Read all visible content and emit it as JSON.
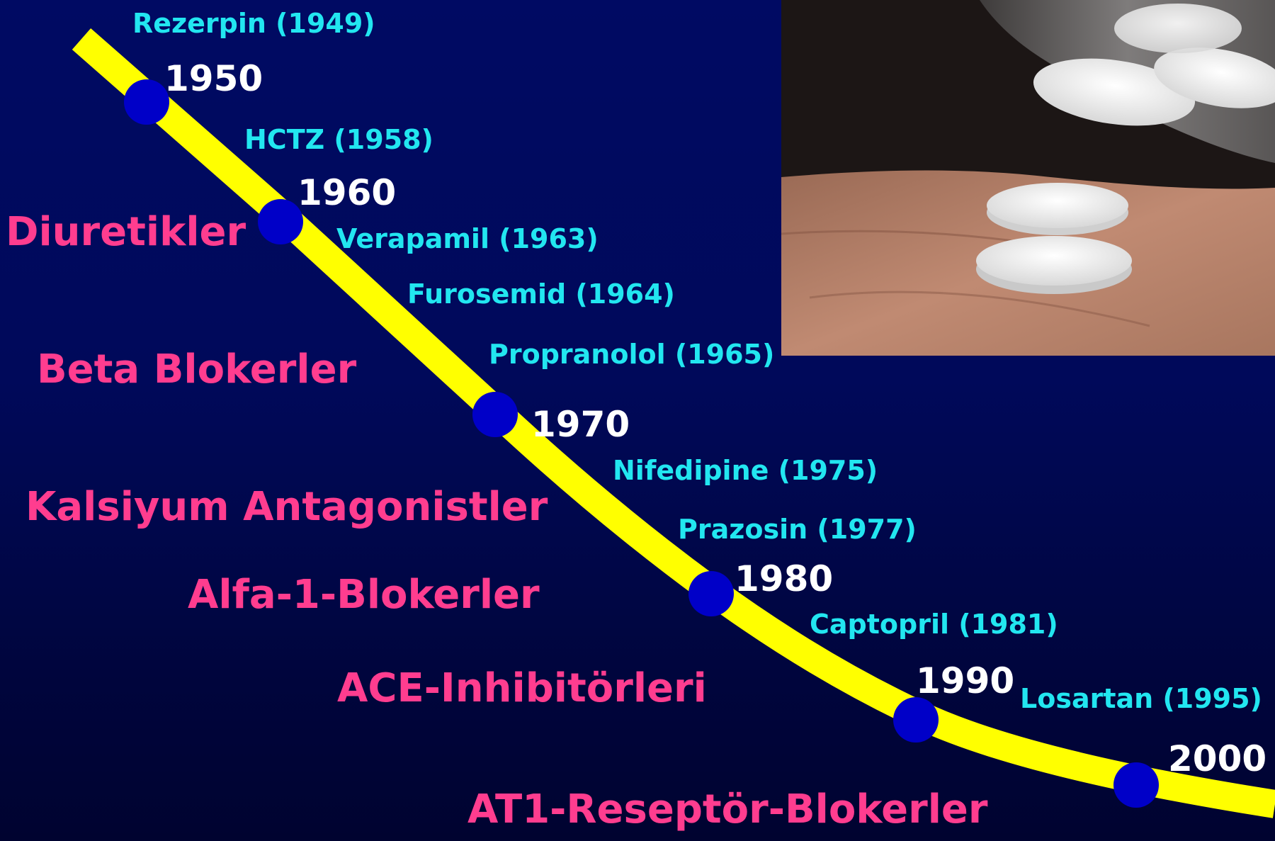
{
  "timeline": {
    "years": [
      "1950",
      "1960",
      "1970",
      "1980",
      "1990",
      "2000"
    ],
    "drugs": [
      "Rezerpin (1949)",
      "HCTZ (1958)",
      "Verapamil (1963)",
      "Furosemid (1964)",
      "Propranolol (1965)",
      "Nifedipine (1975)",
      "Prazosin (1977)",
      "Captopril (1981)",
      "Losartan (1995)"
    ],
    "classes": [
      "Diuretikler",
      "Beta Blokerler",
      "Kalsiyum Antagonistler",
      "Alfa-1-Blokerler",
      "ACE-Inhibitörleri",
      "AT1-Reseptör-Blokerler"
    ]
  },
  "colors": {
    "background": "#000a63",
    "timeline_line": "#ffff00",
    "node": "#0000c8",
    "year_text": "#ffffff",
    "drug_text": "#22e6f0",
    "class_text": "#ff3d8f"
  },
  "photo": {
    "icon": "pills-photo"
  }
}
